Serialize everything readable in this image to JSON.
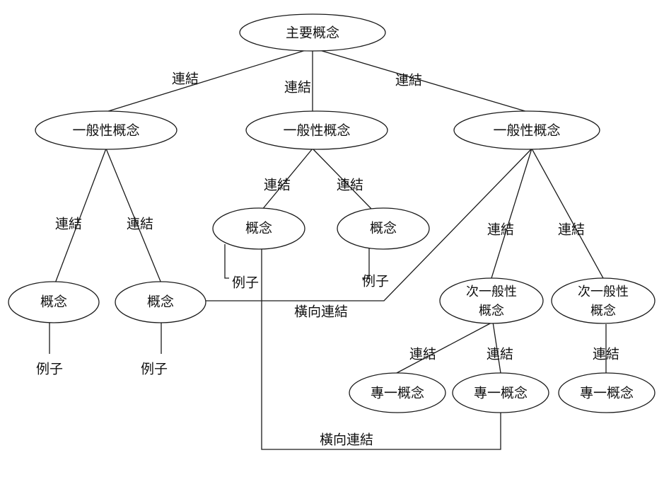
{
  "main_concept": "主要概念",
  "general_concept": "一般性概念",
  "concept": "概念",
  "example": "例子",
  "link": "連結",
  "cross_link": "橫向連結",
  "sub_general_line1": "次一般性",
  "sub_general_line2": "概念",
  "specific_concept": "專一概念",
  "colors": {
    "stroke": "#1a1a1a",
    "background": "#ffffff",
    "text": "#111111"
  }
}
